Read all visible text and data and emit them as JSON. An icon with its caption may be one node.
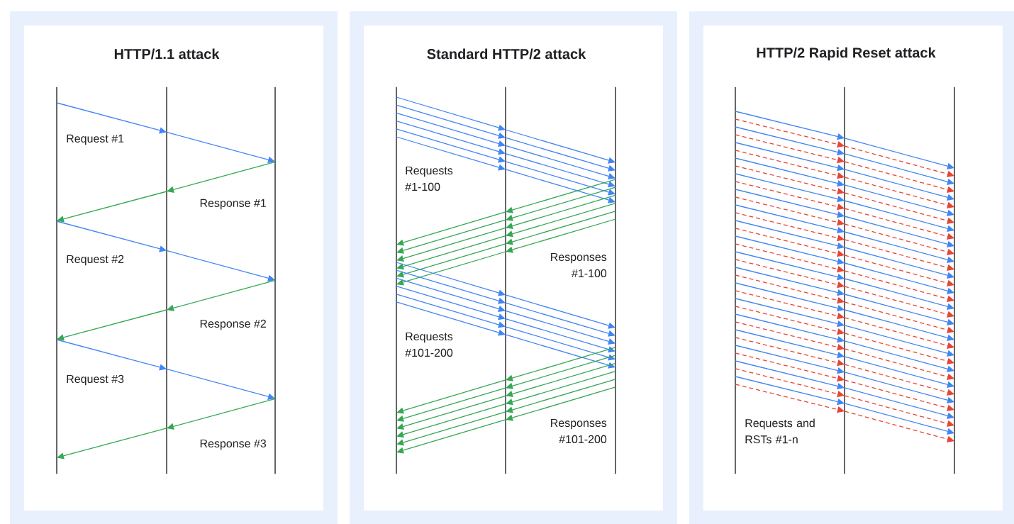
{
  "diagram": {
    "nodes": [
      {
        "text": [
          "HTTP/1.1 attack"
        ]
      },
      {
        "text": [],
        "shape": "line",
        "in": 0
      },
      {
        "text": [],
        "shape": "line",
        "in": 0
      },
      {
        "text": [],
        "shape": "line",
        "in": 0
      },
      {
        "text": [
          "Standard HTTP/2 attack"
        ]
      },
      {
        "text": [],
        "shape": "line",
        "in": 4
      },
      {
        "text": [],
        "shape": "line",
        "in": 4
      },
      {
        "text": [],
        "shape": "line",
        "in": 4
      },
      {
        "text": [
          "HTTP/2 Rapid Reset attack"
        ]
      },
      {
        "text": [],
        "shape": "line",
        "in": 8
      },
      {
        "text": [],
        "shape": "line",
        "in": 8
      },
      {
        "text": [],
        "shape": "line",
        "in": 8
      }
    ],
    "edges": [
      {
        "from": 1,
        "to": 2,
        "arrow": "to"
      },
      {
        "from": 2,
        "to": 3,
        "arrow": "to"
      },
      {
        "from": 3,
        "to": 2,
        "arrow": "to",
        "color": "#34a853"
      },
      {
        "from": 2,
        "to": 1,
        "arrow": "to",
        "color": "#34a853"
      },
      {
        "from": 1,
        "to": 2,
        "arrow": "to"
      },
      {
        "from": 2,
        "to": 3,
        "arrow": "to"
      },
      {
        "from": 3,
        "to": 2,
        "arrow": "to",
        "color": "#34a853"
      },
      {
        "from": 2,
        "to": 1,
        "arrow": "to",
        "color": "#34a853"
      },
      {
        "from": 1,
        "to": 2,
        "arrow": "to"
      },
      {
        "from": 2,
        "to": 3,
        "arrow": "to"
      },
      {
        "from": 3,
        "to": 2,
        "arrow": "to",
        "color": "#34a853"
      },
      {
        "from": 2,
        "to": 1,
        "arrow": "to",
        "color": "#34a853"
      },
      {
        "from": 5,
        "to": 6,
        "arrow": "to"
      },
      {
        "from": 6,
        "to": 7,
        "arrow": "to"
      },
      {
        "from": 5,
        "to": 6,
        "arrow": "to"
      },
      {
        "from": 6,
        "to": 7,
        "arrow": "to"
      },
      {
        "from": 5,
        "to": 6,
        "arrow": "to"
      },
      {
        "from": 6,
        "to": 7,
        "arrow": "to"
      },
      {
        "from": 5,
        "to": 6,
        "arrow": "to"
      },
      {
        "from": 6,
        "to": 7,
        "arrow": "to"
      },
      {
        "from": 5,
        "to": 6,
        "arrow": "to"
      },
      {
        "from": 6,
        "to": 7,
        "arrow": "to"
      },
      {
        "from": 5,
        "to": 6,
        "arrow": "to"
      },
      {
        "from": 6,
        "to": 7,
        "arrow": "to"
      },
      {
        "from": 7,
        "to": 6,
        "arrow": "to",
        "color": "#34a853"
      },
      {
        "from": 6,
        "to": 5,
        "arrow": "to",
        "color": "#34a853"
      },
      {
        "from": 7,
        "to": 6,
        "arrow": "to",
        "color": "#34a853"
      },
      {
        "from": 6,
        "to": 5,
        "arrow": "to",
        "color": "#34a853"
      },
      {
        "from": 7,
        "to": 6,
        "arrow": "to",
        "color": "#34a853"
      },
      {
        "from": 6,
        "to": 5,
        "arrow": "to",
        "color": "#34a853"
      },
      {
        "from": 7,
        "to": 6,
        "arrow": "to",
        "color": "#34a853"
      },
      {
        "from": 6,
        "to": 5,
        "arrow": "to",
        "color": "#34a853"
      },
      {
        "from": 7,
        "to": 6,
        "arrow": "to",
        "color": "#34a853"
      },
      {
        "from": 6,
        "to": 5,
        "arrow": "to",
        "color": "#34a853"
      },
      {
        "from": 7,
        "to": 6,
        "arrow": "to",
        "color": "#34a853"
      },
      {
        "from": 6,
        "to": 5,
        "arrow": "to",
        "color": "#34a853"
      },
      {
        "from": 5,
        "to": 6,
        "arrow": "to"
      },
      {
        "from": 6,
        "to": 7,
        "arrow": "to"
      },
      {
        "from": 5,
        "to": 6,
        "arrow": "to"
      },
      {
        "from": 6,
        "to": 7,
        "arrow": "to"
      },
      {
        "from": 5,
        "to": 6,
        "arrow": "to"
      },
      {
        "from": 6,
        "to": 7,
        "arrow": "to"
      },
      {
        "from": 5,
        "to": 6,
        "arrow": "to"
      },
      {
        "from": 6,
        "to": 7,
        "arrow": "to"
      },
      {
        "from": 5,
        "to": 6,
        "arrow": "to"
      },
      {
        "from": 6,
        "to": 7,
        "arrow": "to"
      },
      {
        "from": 5,
        "to": 6,
        "arrow": "to"
      },
      {
        "from": 6,
        "to": 7,
        "arrow": "to"
      },
      {
        "from": 7,
        "to": 6,
        "arrow": "to",
        "color": "#34a853"
      },
      {
        "from": 6,
        "to": 5,
        "arrow": "to",
        "color": "#34a853"
      },
      {
        "from": 7,
        "to": 6,
        "arrow": "to",
        "color": "#34a853"
      },
      {
        "from": 6,
        "to": 5,
        "arrow": "to",
        "color": "#34a853"
      },
      {
        "from": 7,
        "to": 6,
        "arrow": "to",
        "color": "#34a853"
      },
      {
        "from": 6,
        "to": 5,
        "arrow": "to",
        "color": "#34a853"
      },
      {
        "from": 7,
        "to": 6,
        "arrow": "to",
        "color": "#34a853"
      },
      {
        "from": 6,
        "to": 5,
        "arrow": "to",
        "color": "#34a853"
      },
      {
        "from": 7,
        "to": 6,
        "arrow": "to",
        "color": "#34a853"
      },
      {
        "from": 6,
        "to": 5,
        "arrow": "to",
        "color": "#34a853"
      },
      {
        "from": 7,
        "to": 6,
        "arrow": "to",
        "color": "#34a853"
      },
      {
        "from": 6,
        "to": 5,
        "arrow": "to",
        "color": "#34a853"
      },
      {
        "from": 9,
        "to": 10,
        "arrow": "to"
      },
      {
        "from": 10,
        "to": 11,
        "arrow": "to"
      },
      {
        "from": 9,
        "to": 10,
        "arrow": "to",
        "style": "dashed",
        "color": "#ea4335"
      },
      {
        "from": 10,
        "to": 11,
        "arrow": "to",
        "style": "dashed",
        "color": "#ea4335"
      },
      {
        "from": 9,
        "to": 10,
        "arrow": "to"
      },
      {
        "from": 10,
        "to": 11,
        "arrow": "to"
      },
      {
        "from": 9,
        "to": 10,
        "arrow": "to",
        "style": "dashed",
        "color": "#ea4335"
      },
      {
        "from": 10,
        "to": 11,
        "arrow": "to",
        "style": "dashed",
        "color": "#ea4335"
      },
      {
        "from": 9,
        "to": 10,
        "arrow": "to"
      },
      {
        "from": 10,
        "to": 11,
        "arrow": "to"
      },
      {
        "from": 9,
        "to": 10,
        "arrow": "to",
        "style": "dashed",
        "color": "#ea4335"
      },
      {
        "from": 10,
        "to": 11,
        "arrow": "to",
        "style": "dashed",
        "color": "#ea4335"
      },
      {
        "from": 9,
        "to": 10,
        "arrow": "to"
      },
      {
        "from": 10,
        "to": 11,
        "arrow": "to"
      },
      {
        "from": 9,
        "to": 10,
        "arrow": "to",
        "style": "dashed",
        "color": "#ea4335"
      },
      {
        "from": 10,
        "to": 11,
        "arrow": "to",
        "style": "dashed",
        "color": "#ea4335"
      },
      {
        "from": 9,
        "to": 10,
        "arrow": "to"
      },
      {
        "from": 10,
        "to": 11,
        "arrow": "to"
      },
      {
        "from": 9,
        "to": 10,
        "arrow": "to",
        "style": "dashed",
        "color": "#ea4335"
      },
      {
        "from": 10,
        "to": 11,
        "arrow": "to",
        "style": "dashed",
        "color": "#ea4335"
      },
      {
        "from": 9,
        "to": 10,
        "arrow": "to"
      },
      {
        "from": 10,
        "to": 11,
        "arrow": "to"
      },
      {
        "from": 9,
        "to": 10,
        "arrow": "to",
        "style": "dashed",
        "color": "#ea4335"
      },
      {
        "from": 10,
        "to": 11,
        "arrow": "to",
        "style": "dashed",
        "color": "#ea4335"
      },
      {
        "from": 9,
        "to": 10,
        "arrow": "to"
      },
      {
        "from": 10,
        "to": 11,
        "arrow": "to"
      },
      {
        "from": 9,
        "to": 10,
        "arrow": "to",
        "style": "dashed",
        "color": "#ea4335"
      },
      {
        "from": 10,
        "to": 11,
        "arrow": "to",
        "style": "dashed",
        "color": "#ea4335"
      },
      {
        "from": 9,
        "to": 10,
        "arrow": "to"
      },
      {
        "from": 10,
        "to": 11,
        "arrow": "to"
      },
      {
        "from": 9,
        "to": 10,
        "arrow": "to",
        "style": "dashed",
        "color": "#ea4335"
      },
      {
        "from": 10,
        "to": 11,
        "arrow": "to",
        "style": "dashed",
        "color": "#ea4335"
      },
      {
        "from": 9,
        "to": 10,
        "arrow": "to"
      },
      {
        "from": 10,
        "to": 11,
        "arrow": "to"
      },
      {
        "from": 9,
        "to": 10,
        "arrow": "to",
        "style": "dashed",
        "color": "#ea4335"
      },
      {
        "from": 10,
        "to": 11,
        "arrow": "to",
        "style": "dashed",
        "color": "#ea4335"
      },
      {
        "from": 9,
        "to": 10,
        "arrow": "to"
      },
      {
        "from": 10,
        "to": 11,
        "arrow": "to"
      },
      {
        "from": 9,
        "to": 10,
        "arrow": "to",
        "style": "dashed",
        "color": "#ea4335"
      },
      {
        "from": 10,
        "to": 11,
        "arrow": "to",
        "style": "dashed",
        "color": "#ea4335"
      },
      {
        "from": 9,
        "to": 10,
        "arrow": "to"
      },
      {
        "from": 10,
        "to": 11,
        "arrow": "to"
      },
      {
        "from": 9,
        "to": 10,
        "arrow": "to",
        "style": "dashed",
        "color": "#ea4335"
      },
      {
        "from": 10,
        "to": 11,
        "arrow": "to",
        "style": "dashed",
        "color": "#ea4335"
      },
      {
        "from": 9,
        "to": 10,
        "arrow": "to"
      },
      {
        "from": 10,
        "to": 11,
        "arrow": "to"
      },
      {
        "from": 9,
        "to": 10,
        "arrow": "to",
        "style": "dashed",
        "color": "#ea4335"
      },
      {
        "from": 10,
        "to": 11,
        "arrow": "to",
        "style": "dashed",
        "color": "#ea4335"
      },
      {
        "from": 9,
        "to": 10,
        "arrow": "to"
      },
      {
        "from": 10,
        "to": 11,
        "arrow": "to"
      },
      {
        "from": 9,
        "to": 10,
        "arrow": "to",
        "style": "dashed",
        "color": "#ea4335"
      },
      {
        "from": 10,
        "to": 11,
        "arrow": "to",
        "style": "dashed",
        "color": "#ea4335"
      },
      {
        "from": 9,
        "to": 10,
        "arrow": "to"
      },
      {
        "from": 10,
        "to": 11,
        "arrow": "to"
      },
      {
        "from": 9,
        "to": 10,
        "arrow": "to",
        "style": "dashed",
        "color": "#ea4335"
      },
      {
        "from": 10,
        "to": 11,
        "arrow": "to",
        "style": "dashed",
        "color": "#ea4335"
      },
      {
        "from": 9,
        "to": 10,
        "arrow": "to"
      },
      {
        "from": 10,
        "to": 11,
        "arrow": "to"
      },
      {
        "from": 9,
        "to": 10,
        "arrow": "to",
        "style": "dashed",
        "color": "#ea4335"
      },
      {
        "from": 10,
        "to": 11,
        "arrow": "to",
        "style": "dashed",
        "color": "#ea4335"
      },
      {
        "from": 9,
        "to": 10,
        "arrow": "to"
      },
      {
        "from": 10,
        "to": 11,
        "arrow": "to"
      },
      {
        "from": 9,
        "to": 10,
        "arrow": "to",
        "style": "dashed",
        "color": "#ea4335"
      },
      {
        "from": 10,
        "to": 11,
        "arrow": "to",
        "style": "dashed",
        "color": "#ea4335"
      },
      {
        "from": 9,
        "to": 10,
        "arrow": "to"
      },
      {
        "from": 10,
        "to": 11,
        "arrow": "to"
      },
      {
        "from": 9,
        "to": 10,
        "arrow": "to",
        "style": "dashed",
        "color": "#ea4335"
      },
      {
        "from": 10,
        "to": 11,
        "arrow": "to",
        "style": "dashed",
        "color": "#ea4335"
      },
      {
        "from": 9,
        "to": 10,
        "arrow": "to"
      },
      {
        "from": 10,
        "to": 11,
        "arrow": "to"
      },
      {
        "from": 9,
        "to": 10,
        "arrow": "to",
        "style": "dashed",
        "color": "#ea4335"
      },
      {
        "from": 10,
        "to": 11,
        "arrow": "to",
        "style": "dashed",
        "color": "#ea4335"
      }
    ],
    "labels": [
      "Request #1",
      "Response #1",
      "Request #2",
      "Response #2",
      "Request #3",
      "Response #3",
      "Requests #1-100",
      "Responses #1-100",
      "Requests #101-200",
      "Responses #101-200",
      "Requests and RSTs #1-n"
    ]
  }
}
